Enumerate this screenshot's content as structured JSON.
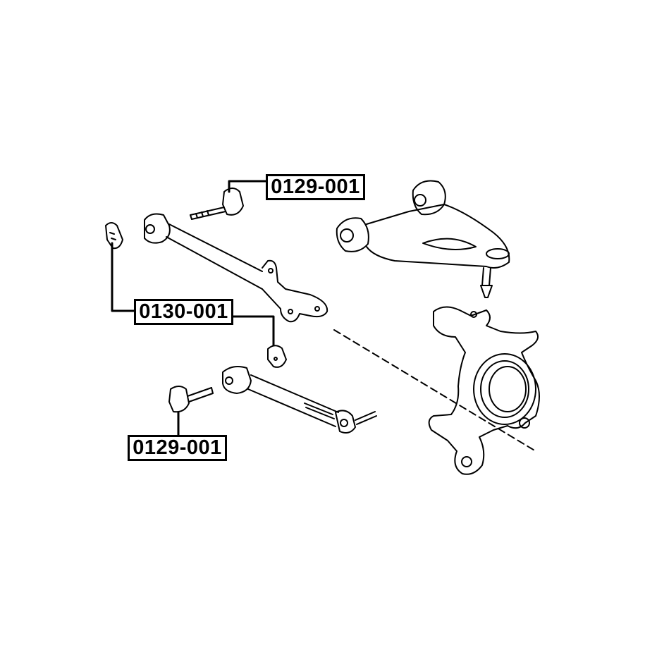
{
  "title": "Rear suspension parts diagram",
  "callouts": [
    {
      "part_number": "0129-001"
    },
    {
      "part_number": "0130-001"
    },
    {
      "part_number": "0129-001"
    }
  ],
  "colors": {
    "line": "#000000",
    "background": "#ffffff"
  }
}
